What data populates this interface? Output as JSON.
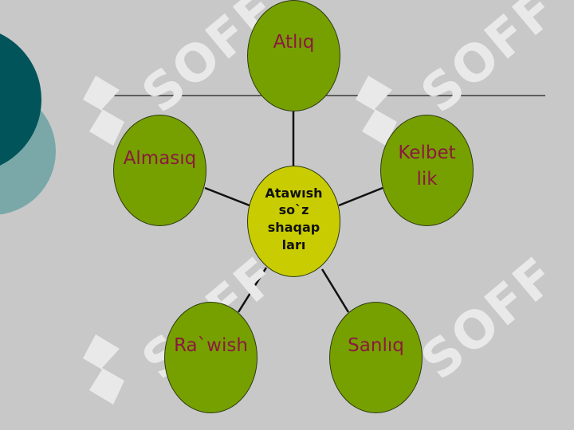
{
  "watermark": {
    "text": "SOFF",
    "color": "#e9e9e9"
  },
  "center": {
    "label": "Atawısh\nso`z\nshaqap\nları",
    "color": "#c9cc00"
  },
  "nodes": [
    {
      "label": "Atlıq"
    },
    {
      "label": "Kelbet\nlik"
    },
    {
      "label": "Sanlıq"
    },
    {
      "label": "Ra`wish"
    },
    {
      "label": "Almasıq"
    }
  ],
  "colors": {
    "background": "#c8c8c8",
    "node_fill": "#76a000",
    "label_text": "#8b1a3e",
    "accent_dark": "#00545a",
    "accent_light": "#7aa8a8"
  }
}
